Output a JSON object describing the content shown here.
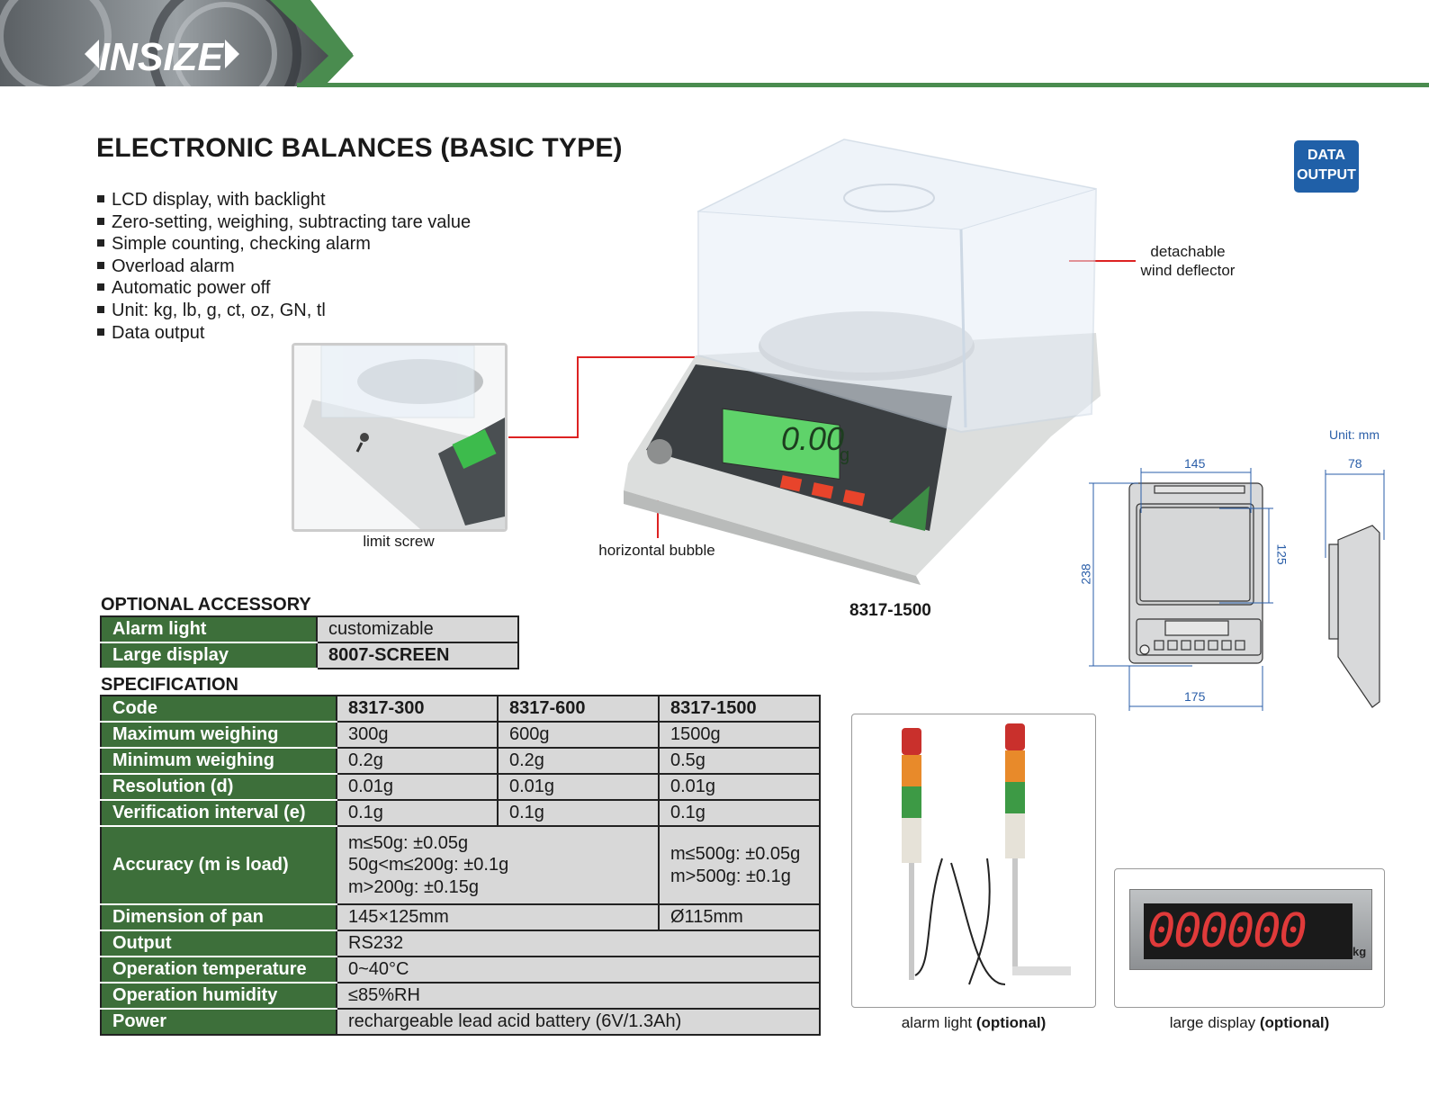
{
  "brand": {
    "logo_text": "INSIZE",
    "accent": "#4a8c4f",
    "badge_color": "#2060a8"
  },
  "title": "ELECTRONIC BALANCES (BASIC TYPE)",
  "badge": {
    "line1": "DATA",
    "line2": "OUTPUT"
  },
  "features": [
    "LCD display, with backlight",
    "Zero-setting, weighing, subtracting tare value",
    "Simple counting, checking alarm",
    "Overload alarm",
    "Automatic power off",
    "Unit: kg, lb, g, ct, oz, GN, tl",
    "Data output"
  ],
  "callouts": {
    "limit_screw": "limit screw",
    "horizontal_bubble": "horizontal bubble",
    "wind_deflector_1": "detachable",
    "wind_deflector_2": "wind deflector"
  },
  "product_model": "8317-1500",
  "lcd": {
    "reading": "0.00",
    "unit": "g"
  },
  "dimensions": {
    "unit": "Unit: mm",
    "pan_width": "145",
    "pan_depth": "125",
    "total_depth": "238",
    "total_width": "175",
    "height": "78"
  },
  "accessory": {
    "title": "OPTIONAL ACCESSORY",
    "rows": [
      {
        "label": "Alarm light",
        "value": "customizable"
      },
      {
        "label": "Large display",
        "value": "8007-SCREEN"
      }
    ]
  },
  "spec": {
    "title": "SPECIFICATION",
    "code_label": "Code",
    "codes": [
      "8317-300",
      "8317-600",
      "8317-1500"
    ],
    "rows": [
      {
        "label": "Maximum weighing",
        "values": [
          "300g",
          "600g",
          "1500g"
        ]
      },
      {
        "label": "Minimum weighing",
        "values": [
          "0.2g",
          "0.2g",
          "0.5g"
        ]
      },
      {
        "label": "Resolution (d)",
        "values": [
          "0.01g",
          "0.01g",
          "0.01g"
        ]
      },
      {
        "label": "Verification interval (e)",
        "values": [
          "0.1g",
          "0.1g",
          "0.1g"
        ]
      }
    ],
    "accuracy": {
      "label": "Accuracy (m is load)",
      "a1": "m≤50g: ±0.05g",
      "a2": "50g<m≤200g: ±0.1g",
      "a3": "m>200g: ±0.15g",
      "b1": "m≤500g: ±0.05g",
      "b2": "m>500g: ±0.1g"
    },
    "pan": {
      "label": "Dimension of pan",
      "a": "145×125mm",
      "b": "Ø115mm"
    },
    "output": {
      "label": "Output",
      "value": "RS232"
    },
    "temp": {
      "label": "Operation temperature",
      "value": "0~40°C"
    },
    "humidity": {
      "label": "Operation humidity",
      "value": "≤85%RH"
    },
    "power": {
      "label": "Power",
      "value": "rechargeable lead acid battery (6V/1.3Ah)"
    }
  },
  "optional_images": {
    "alarm_caption": "alarm light ",
    "large_caption": "large display ",
    "optional": "(optional)",
    "large_display_reading": "000000",
    "large_display_unit": "kg"
  }
}
